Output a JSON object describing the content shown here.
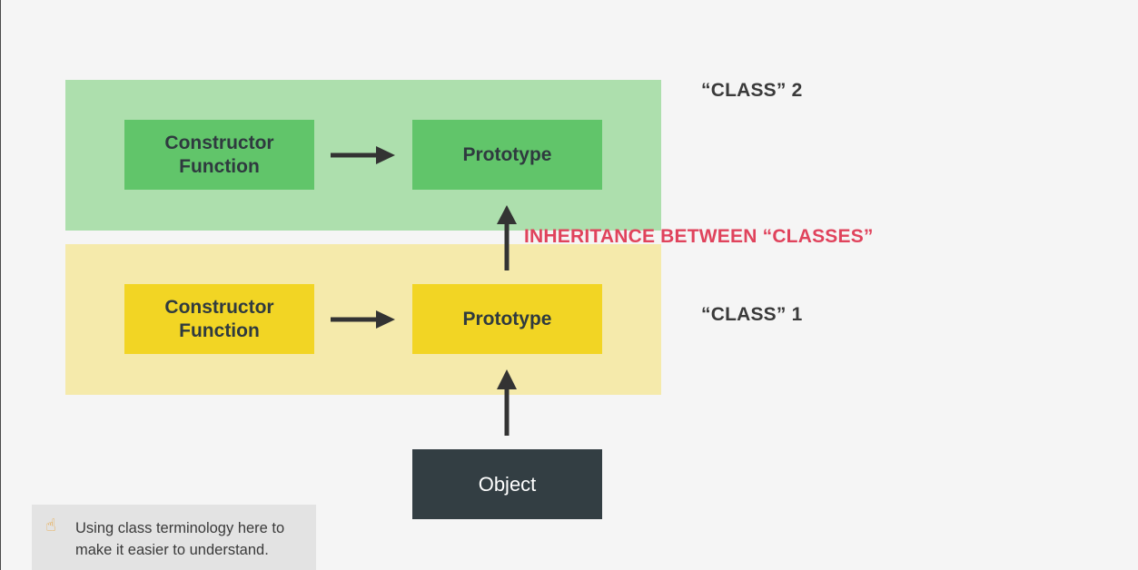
{
  "diagram": {
    "class2": {
      "label": "“CLASS” 2",
      "constructor_label": "Constructor\nFunction",
      "prototype_label": "Prototype"
    },
    "class1": {
      "label": "“CLASS” 1",
      "constructor_label": "Constructor\nFunction",
      "prototype_label": "Prototype"
    },
    "inheritance_label": "INHERITANCE BETWEEN “CLASSES”",
    "object_label": "Object"
  },
  "note": {
    "icon": "pointing-finger-icon",
    "icon_glyph": "☝",
    "text": "Using class terminology here to make it easier to understand."
  },
  "colors": {
    "class2_panel": "#addfad",
    "class2_box": "#61c56a",
    "class1_panel": "#f5eaab",
    "class1_box": "#f2d524",
    "object_box": "#333e43",
    "inheritance_text": "#e0435c"
  }
}
